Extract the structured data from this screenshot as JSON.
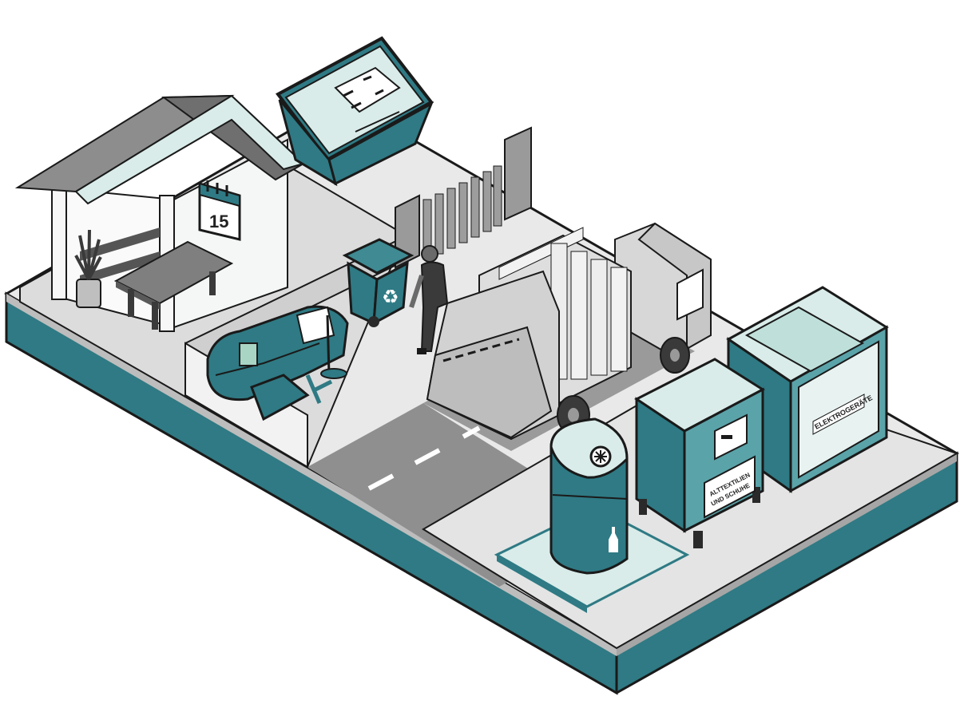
{
  "illustration": {
    "calendar_day": "15",
    "textile_bin_label_line1": "ALTTEXTILIEN",
    "textile_bin_label_line2": "UND SCHUHE",
    "electronics_bin_label": "ELEKTROGERÄTE",
    "recycling_symbol": "♻",
    "icons": [
      "calendar-icon",
      "recycling-icon",
      "bottle-icon"
    ],
    "colors": {
      "teal": "#2f7a84",
      "teal_light": "#d9ece9",
      "outline": "#1a1a1a",
      "ground": "#ececec",
      "road": "#8d8d8d",
      "truck_grey": "#d8d8d8"
    }
  }
}
